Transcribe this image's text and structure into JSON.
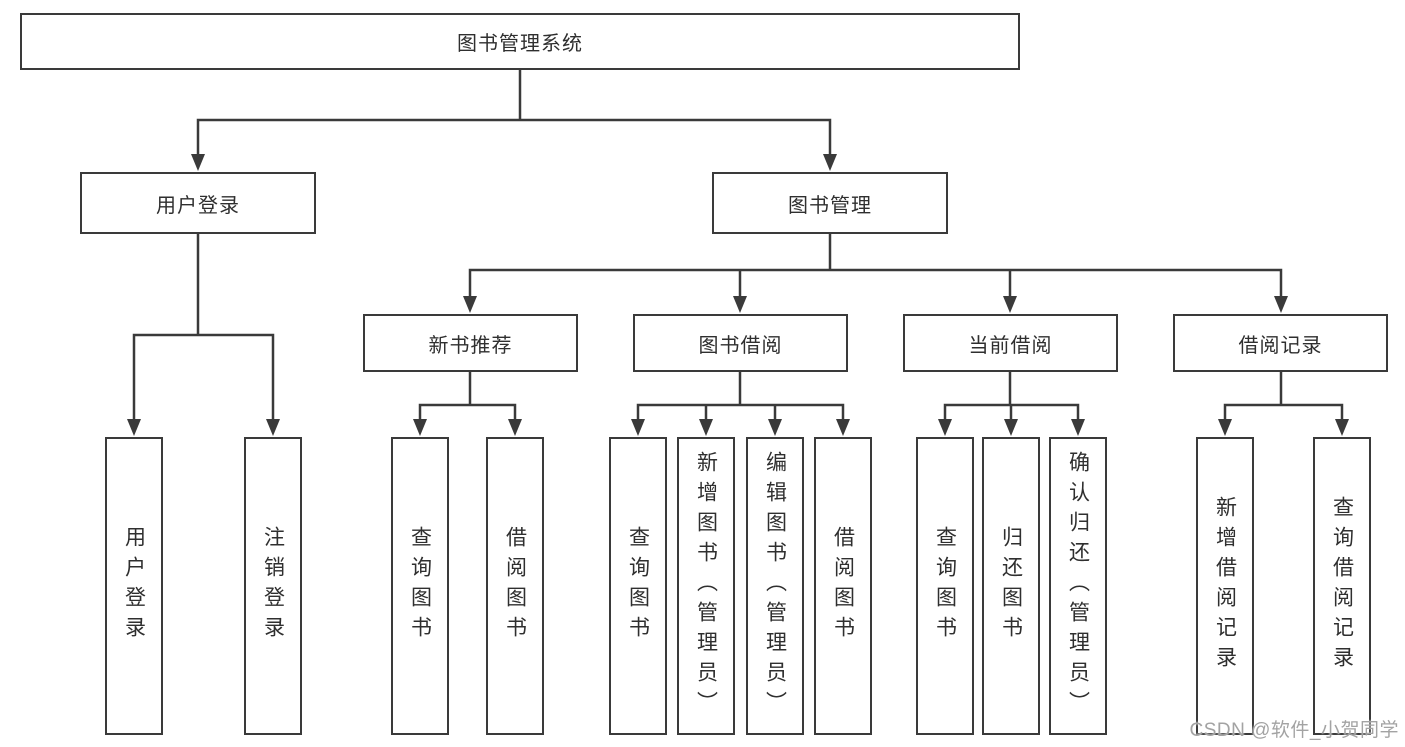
{
  "colors": {
    "background": "#ffffff",
    "line": "#3a3a3a",
    "box_border": "#3a3a3a",
    "text": "#2f2f2f",
    "watermark": "#a3a3a3"
  },
  "watermark": "CSDN @软件_小贺同学",
  "diagram": {
    "type": "hierarchy-tree",
    "root": {
      "label": "图书管理系统",
      "children": [
        {
          "label": "用户登录",
          "children": [
            {
              "label": "用户登录"
            },
            {
              "label": "注销登录"
            }
          ]
        },
        {
          "label": "图书管理",
          "children": [
            {
              "label": "新书推荐",
              "children": [
                {
                  "label": "查询图书"
                },
                {
                  "label": "借阅图书"
                }
              ]
            },
            {
              "label": "图书借阅",
              "children": [
                {
                  "label": "查询图书"
                },
                {
                  "label": "新增图书（管理员）"
                },
                {
                  "label": "编辑图书（管理员）"
                },
                {
                  "label": "借阅图书"
                }
              ]
            },
            {
              "label": "当前借阅",
              "children": [
                {
                  "label": "查询图书"
                },
                {
                  "label": "归还图书"
                },
                {
                  "label": "确认归还（管理员）"
                }
              ]
            },
            {
              "label": "借阅记录",
              "children": [
                {
                  "label": "新增借阅记录"
                },
                {
                  "label": "查询借阅记录"
                }
              ]
            }
          ]
        }
      ]
    }
  }
}
